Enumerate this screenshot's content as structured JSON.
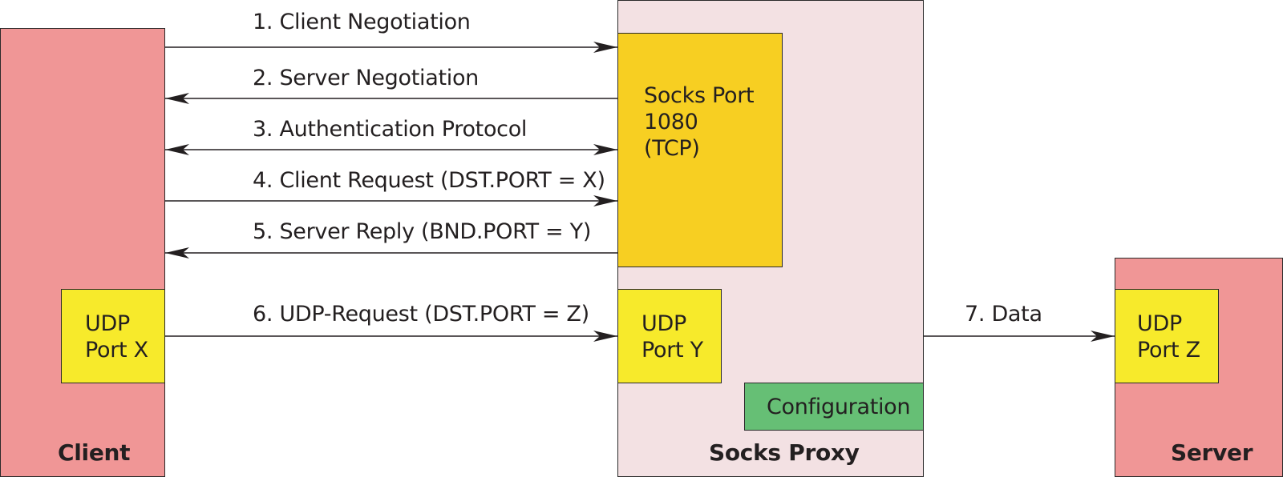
{
  "entities": {
    "client": {
      "name": "Client",
      "udp_port": "UDP\nPort X"
    },
    "proxy": {
      "name": "Socks Proxy",
      "socks_port": "Socks Port\n1080\n(TCP)",
      "udp_port": "UDP\nPort Y",
      "configuration": "Configuration"
    },
    "server": {
      "name": "Server",
      "udp_port": "UDP\nPort Z"
    }
  },
  "messages": [
    {
      "label": "1. Client Negotiation",
      "direction": "to-proxy"
    },
    {
      "label": "2. Server Negotiation",
      "direction": "to-client"
    },
    {
      "label": "3. Authentication Protocol",
      "direction": "both"
    },
    {
      "label": "4. Client Request (DST.PORT = X)",
      "direction": "to-proxy"
    },
    {
      "label": "5. Server Reply (BND.PORT = Y)",
      "direction": "to-client"
    },
    {
      "label": "6. UDP-Request (DST.PORT = Z)",
      "direction": "to-proxy"
    },
    {
      "label": "7. Data",
      "direction": "to-server"
    }
  ],
  "colors": {
    "client_server_fill": "#f09696",
    "proxy_fill": "#f3e1e3",
    "socks_port_fill": "#f7cf22",
    "udp_port_fill": "#f7ea2b",
    "configuration_fill": "#66bf75",
    "line": "#231f20"
  }
}
